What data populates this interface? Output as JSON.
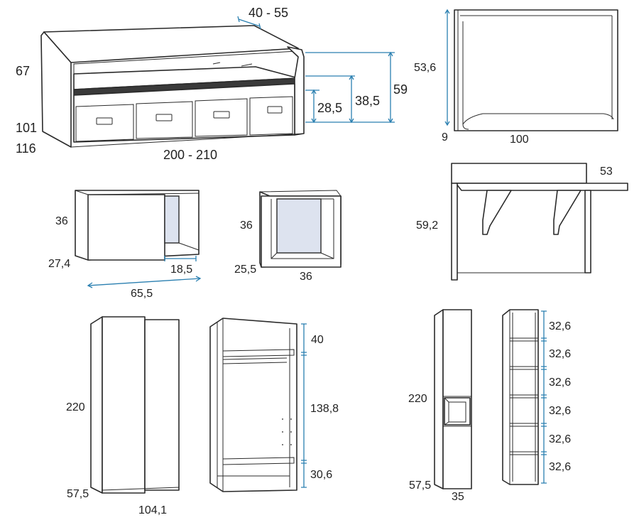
{
  "colors": {
    "line": "#2b2b2b",
    "dimension": "#2a7fb0",
    "glass": "#dde3ef",
    "background": "#ffffff"
  },
  "bed": {
    "height_back": "67",
    "depth_1": "101",
    "depth_2": "116",
    "length": "200 - 210",
    "drawer_depth": "40 - 55",
    "seat_height": "28,5",
    "mattress_height": "38,5",
    "arm_height": "59"
  },
  "fold_desk": {
    "height": "53,6",
    "depth": "9",
    "width": "100"
  },
  "open_desk": {
    "depth": "53",
    "height": "59,2"
  },
  "wall_unit": {
    "height": "36",
    "depth": "27,4",
    "niche": "18,5",
    "width": "65,5"
  },
  "cube": {
    "height": "36",
    "depth": "25,5",
    "width": "36"
  },
  "wardrobe": {
    "height": "220",
    "depth": "57,5",
    "width": "104,1"
  },
  "wardrobe_interior": {
    "top": "40",
    "middle": "138,8",
    "bottom": "30,6"
  },
  "column": {
    "height": "220",
    "depth": "57,5",
    "width": "35"
  },
  "shelf_unit": {
    "spacings": [
      "32,6",
      "32,6",
      "32,6",
      "32,6",
      "32,6",
      "32,6"
    ]
  }
}
